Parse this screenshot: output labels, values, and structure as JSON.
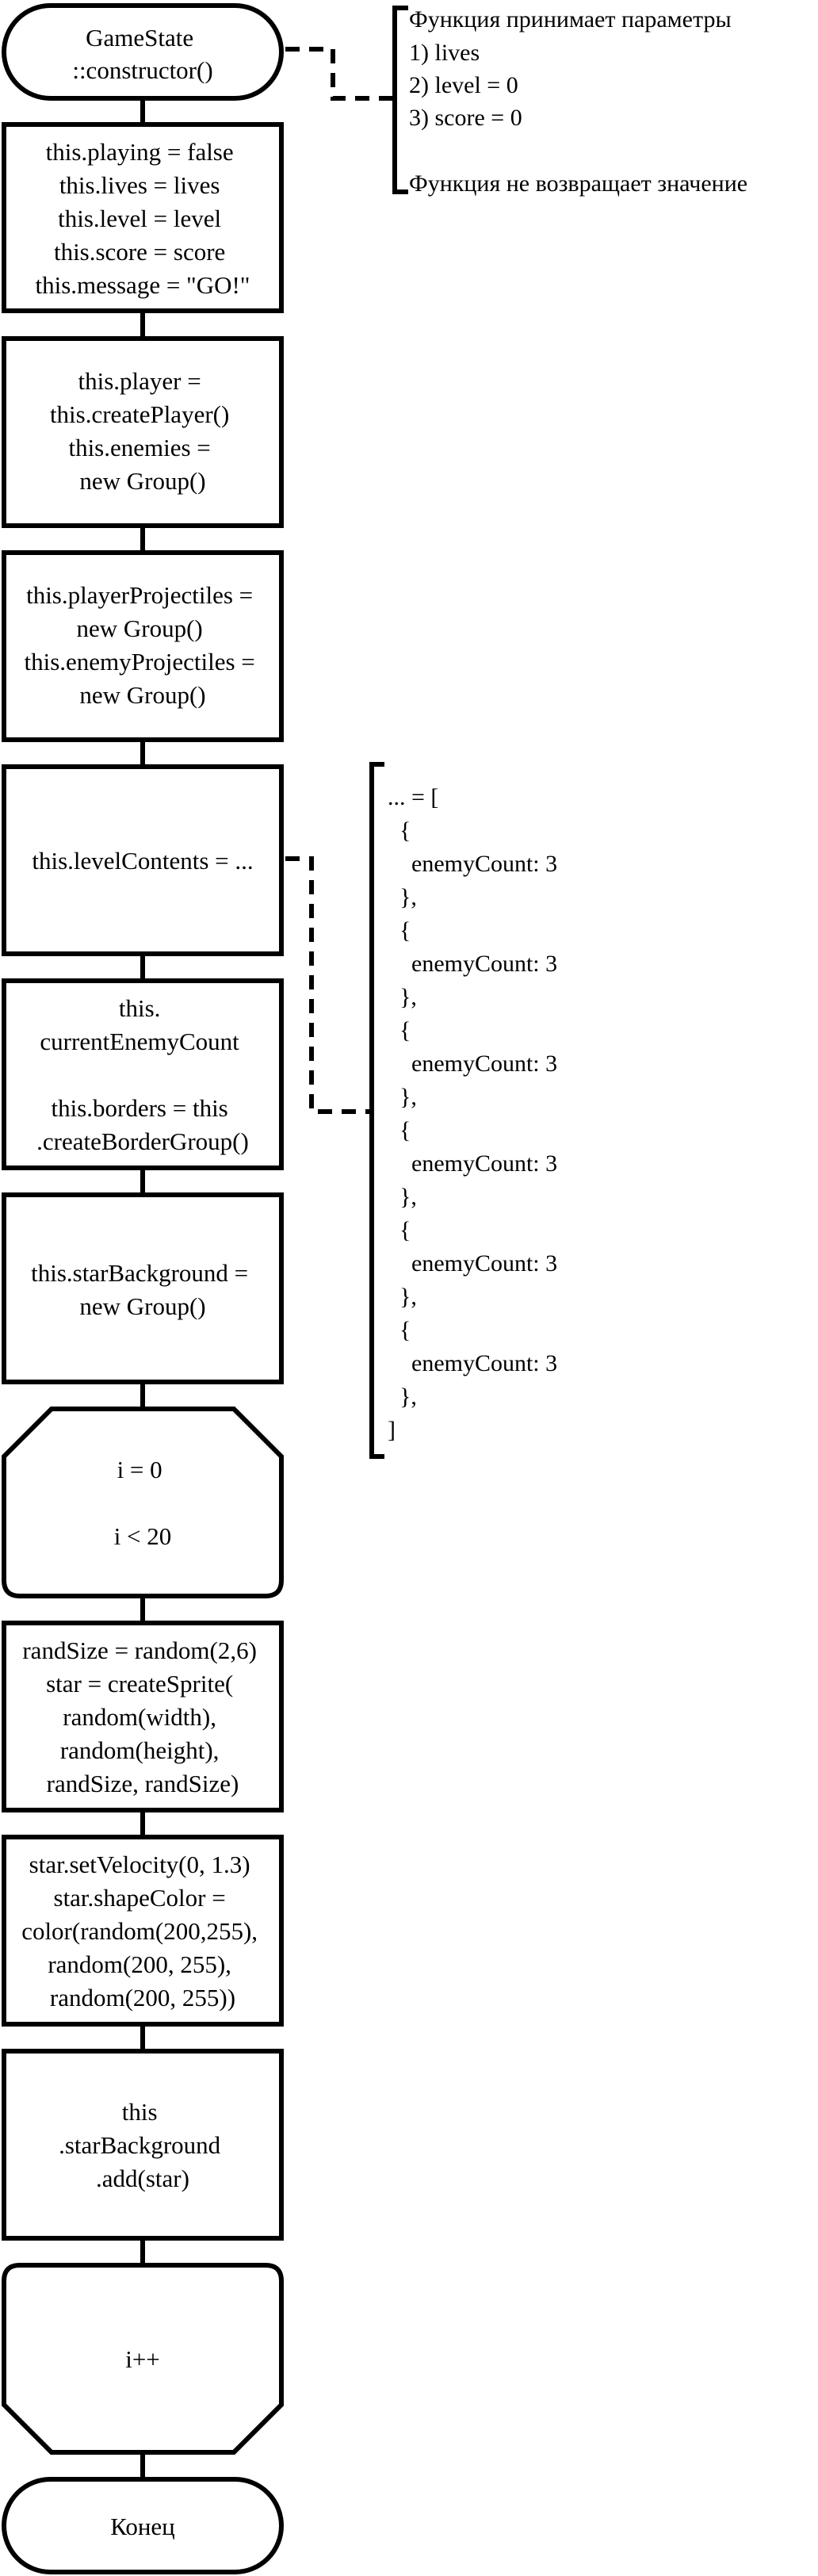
{
  "flowchart": {
    "start": [
      "GameState",
      "::constructor()"
    ],
    "process_1": [
      "this.playing = false",
      "this.lives = lives",
      "this.level = level",
      "this.score = score",
      "this.message = \"GO!\""
    ],
    "process_2": [
      "this.player =",
      "this.createPlayer()",
      "this.enemies =",
      "new Group()"
    ],
    "process_3": [
      "this.playerProjectiles =",
      "new Group()",
      "this.enemyProjectiles =",
      "new Group()"
    ],
    "process_4": [
      "this.levelContents = ..."
    ],
    "process_5": [
      "this.",
      "currentEnemyCount",
      "",
      "this.borders = this",
      ".createBorderGroup()"
    ],
    "process_6": [
      "this.starBackground =",
      "new Group()"
    ],
    "loop_start": [
      "i = 0",
      "",
      "i < 20"
    ],
    "process_7": [
      "randSize = random(2,6)",
      "star = createSprite(",
      "random(width),",
      "random(height),",
      "randSize,  randSize)"
    ],
    "process_8": [
      "star.setVelocity(0, 1.3)",
      "star.shapeColor =",
      "color(random(200,255),",
      "random(200, 255),",
      "random(200, 255))"
    ],
    "process_9": [
      "this",
      ".starBackground",
      ".add(star)"
    ],
    "loop_end": [
      "i++"
    ],
    "end": [
      "Конец"
    ]
  },
  "annotations": {
    "params": [
      "Функция принимает параметры",
      "1) lives",
      "2) level = 0",
      "3) score = 0",
      "",
      "Функция не возвращает значение"
    ],
    "level_contents": [
      "... = [",
      "  {",
      "    enemyCount: 3",
      "  },",
      "  {",
      "    enemyCount: 3",
      "  },",
      "  {",
      "    enemyCount: 3",
      "  },",
      "  {",
      "    enemyCount: 3",
      "  },",
      "  {",
      "    enemyCount: 3",
      "  },",
      "  {",
      "    enemyCount: 3",
      "  },",
      "]"
    ]
  }
}
